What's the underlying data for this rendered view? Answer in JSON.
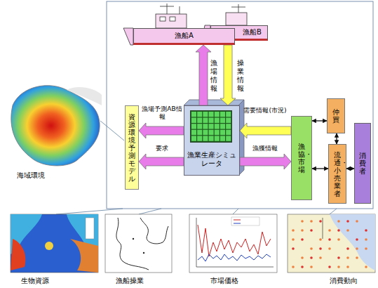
{
  "diagram": {
    "nodes": [
      {
        "text": [
          "漁船A"
        ]
      },
      {
        "text": [
          "漁船B"
        ]
      },
      {
        "text": [
          "漁業生産シミュレータ"
        ]
      },
      {
        "text": [
          "資源環境予測モデル"
        ]
      },
      {
        "text": [
          "漁協・市場"
        ]
      },
      {
        "text": [
          "仲買"
        ]
      },
      {
        "text": [
          "流通・小売業者"
        ]
      },
      {
        "text": [
          "消費者"
        ]
      }
    ],
    "edges": [
      {
        "from": 2,
        "to": 0,
        "label": "漁場情報",
        "arrow": "to"
      },
      {
        "from": 0,
        "to": 2,
        "label": "操業情報",
        "arrow": "to"
      },
      {
        "from": 2,
        "to": 3,
        "label": "漁場予測AB情報",
        "arrow": "to"
      },
      {
        "from": 2,
        "to": 3,
        "label": "要求",
        "arrow": "to"
      },
      {
        "from": 4,
        "to": 2,
        "label": "需要情報(市況)",
        "arrow": "to"
      },
      {
        "from": 2,
        "to": 4,
        "label": "漁獲情報",
        "arrow": "to"
      },
      {
        "from": 4,
        "to": 5,
        "arrow": "both"
      },
      {
        "from": 5,
        "to": 6,
        "arrow": "both"
      },
      {
        "from": 4,
        "to": 6,
        "arrow": "both"
      },
      {
        "from": 6,
        "to": 7,
        "arrow": "both"
      }
    ],
    "labels": [
      "海域環境",
      "生物資源",
      "漁船操業",
      "市場価格",
      "消費動向"
    ]
  }
}
